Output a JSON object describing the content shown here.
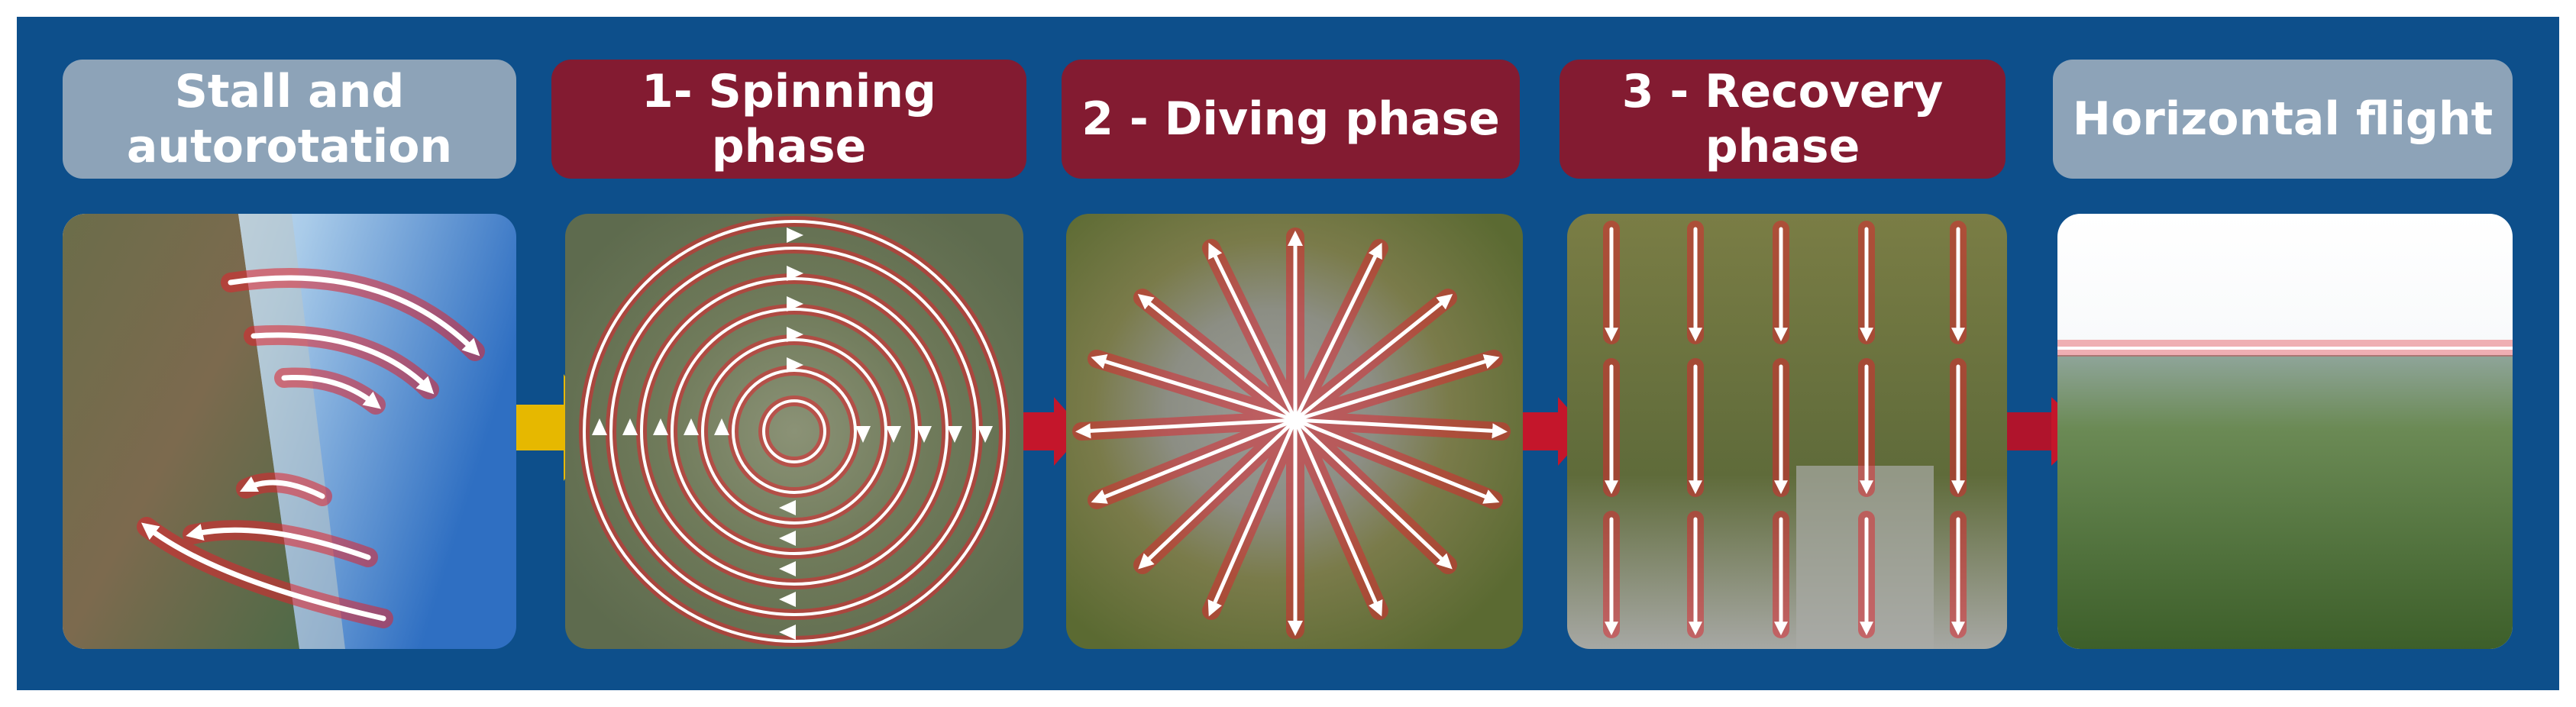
{
  "phases": [
    {
      "label": "Stall and autorotation",
      "lines": [
        "Stall and",
        "autorotation"
      ],
      "style": "neutral"
    },
    {
      "label": "1- Spinning phase",
      "lines": [
        "1- Spinning phase"
      ],
      "style": "phase"
    },
    {
      "label": "2 - Diving phase",
      "lines": [
        "2 - Diving phase"
      ],
      "style": "phase"
    },
    {
      "label": "3 - Recovery phase",
      "lines": [
        "3 - Recovery",
        "phase"
      ],
      "style": "phase"
    },
    {
      "label": "Horizontal flight",
      "lines": [
        "Horizontal flight"
      ],
      "style": "neutral"
    }
  ],
  "colors": {
    "background": "#0d4f8b",
    "neutral_label": "#8da3b8",
    "phase_label": "#831b31",
    "arrow_glow": "#e0232d",
    "connector_yellow": "#e6b800",
    "connector_red": "#c4162b"
  },
  "icons": {
    "stall": "curved-arrows-icon",
    "spin": "spiral-arrows-icon",
    "dive": "radial-arrows-icon",
    "recovery": "downward-arrows-icon",
    "horizontal": "horizon-line-icon"
  }
}
